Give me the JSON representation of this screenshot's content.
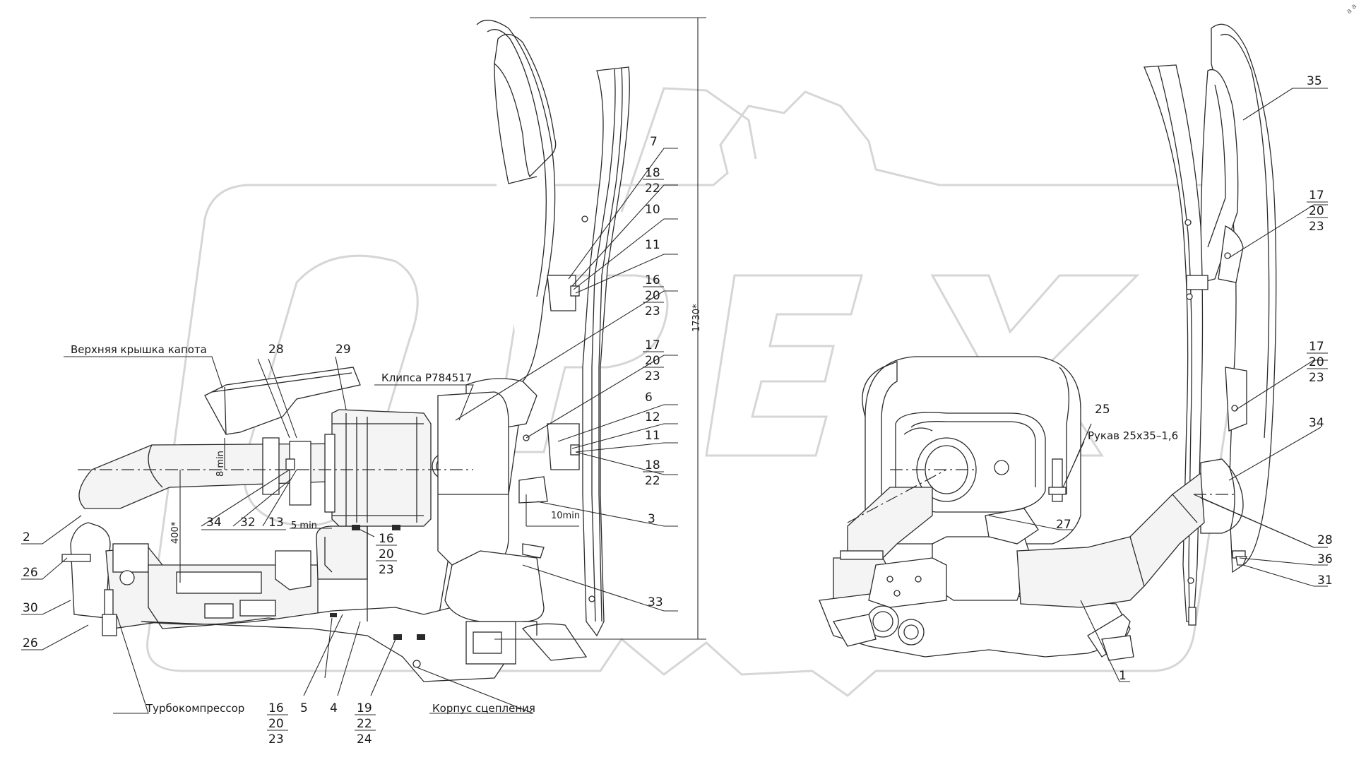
{
  "watermark": {
    "text": "OREX"
  },
  "corner_mark": "a a",
  "text_labels": {
    "hood_cover": "Верхняя крышка капота",
    "clip": "Клипса P784517",
    "sleeve": "Рукав 25x35–1,6",
    "turbo": "Турбокомпрессор",
    "clutch_housing": "Корпус сцепления"
  },
  "dimensions": {
    "height": "1730*",
    "d400": "400*",
    "d8min": "8 min",
    "d5min": "5 min",
    "d10min": "10min"
  },
  "callouts": {
    "left": {
      "c7": "7",
      "c18a": "18",
      "c22a": "22",
      "c10": "10",
      "c11a": "11",
      "c16a": "16",
      "c20a": "20",
      "c23a": "23",
      "c17a": "17",
      "c20b": "20",
      "c23b": "23",
      "c6": "6",
      "c12": "12",
      "c11b": "11",
      "c18b": "18",
      "c22b": "22",
      "c3": "3",
      "c28": "28",
      "c29": "29",
      "c34": "34",
      "c32": "32",
      "c13": "13",
      "c16b": "16",
      "c20c": "20",
      "c23c": "23",
      "c2": "2",
      "c26a": "26",
      "c30": "30",
      "c26b": "26",
      "c33": "33",
      "c16c": "16",
      "c20d": "20",
      "c23d": "23",
      "c5": "5",
      "c4": "4",
      "c19": "19",
      "c22c": "22",
      "c24": "24"
    },
    "right": {
      "c35": "35",
      "c17a": "17",
      "c20a": "20",
      "c23a": "23",
      "c17b": "17",
      "c20b": "20",
      "c23b": "23",
      "c25": "25",
      "c34": "34",
      "c27": "27",
      "c28": "28",
      "c36": "36",
      "c31": "31",
      "c1": "1"
    }
  }
}
